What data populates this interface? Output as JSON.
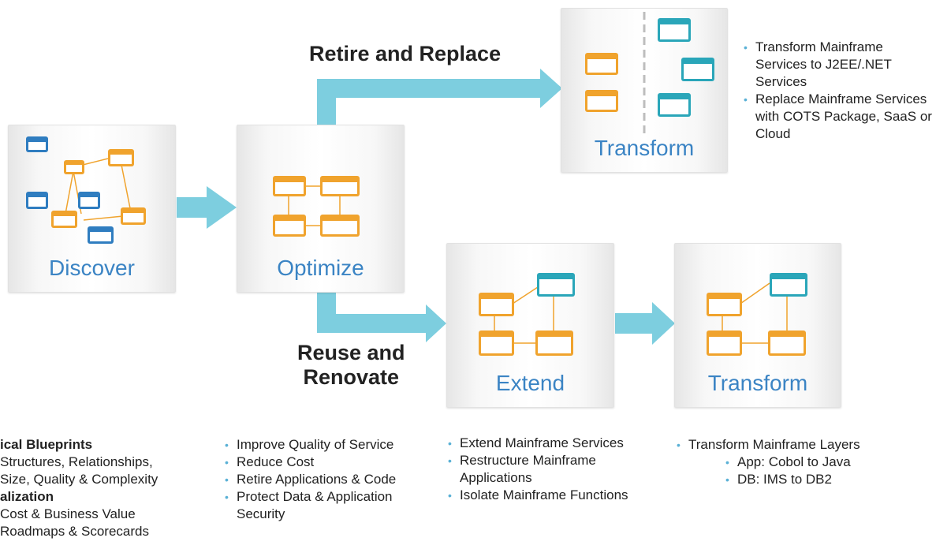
{
  "colors": {
    "arrow": "#7dcedf",
    "label_blue": "#3b84c4",
    "orange": "#f0a32d",
    "teal": "#2aa6b9",
    "blue": "#2f7dc0",
    "bullet": "#5ab1d6"
  },
  "stages": {
    "discover": "Discover",
    "optimize": "Optimize",
    "transform_top": "Transform",
    "extend": "Extend",
    "transform_bottom": "Transform"
  },
  "paths": {
    "retire_replace": "Retire and Replace",
    "reuse_renovate_line1": "Reuse and",
    "reuse_renovate_line2": "Renovate"
  },
  "notes": {
    "transform_top": [
      "Transform Mainframe Services to J2EE/.NET Services",
      "Replace Mainframe Services with COTS Package, SaaS or Cloud"
    ],
    "discover": {
      "heading1": "ical Blueprints",
      "line1": "Structures, Relationships,",
      "line2": "Size, Quality & Complexity",
      "heading2": "alization",
      "line3": "Cost & Business Value",
      "line4": "Roadmaps & Scorecards"
    },
    "optimize": [
      "Improve Quality of Service",
      "Reduce Cost",
      "Retire Applications & Code",
      "Protect Data & Application Security"
    ],
    "extend": [
      "Extend Mainframe Services",
      "Restructure Mainframe Applications",
      "Isolate Mainframe Functions"
    ],
    "transform_bottom": {
      "title": "Transform Mainframe Layers",
      "sub1": "App: Cobol to Java",
      "sub2": "DB: IMS to DB2"
    }
  }
}
